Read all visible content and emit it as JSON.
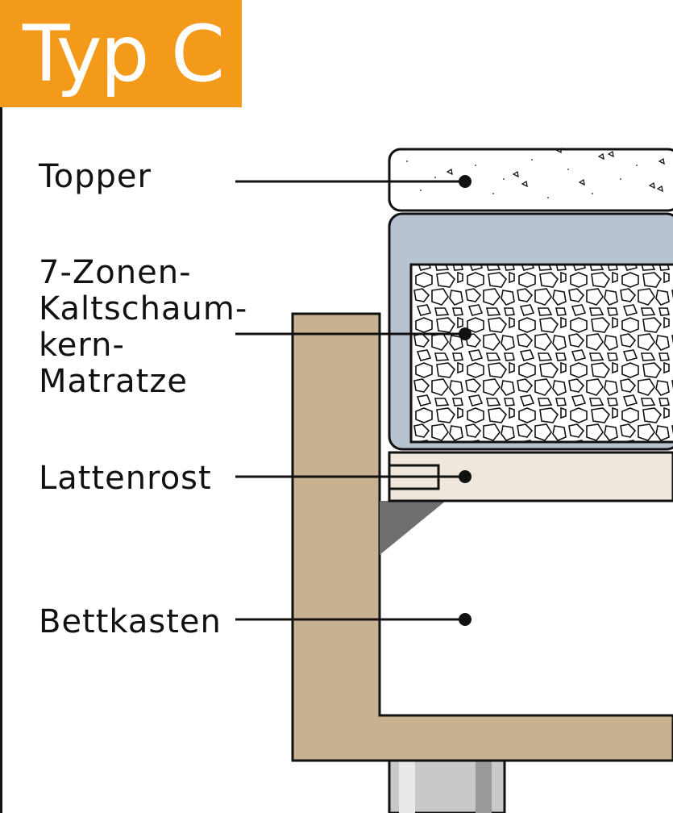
{
  "title": "Typ C",
  "labels": {
    "topper": "Topper",
    "mattress": [
      "7-Zonen-",
      "Kaltschaum-",
      "kern-",
      "Matratze"
    ],
    "slats": "Lattenrost",
    "bedbox": "Bettkasten"
  },
  "colors": {
    "accent": "#f39a1b",
    "frame_wood": "#c8b191",
    "mattress_cover": "#b6c2d0",
    "slats": "#efe7dc",
    "outline": "#111111"
  },
  "icons": [
    "foam-pattern",
    "topper-speckle"
  ]
}
